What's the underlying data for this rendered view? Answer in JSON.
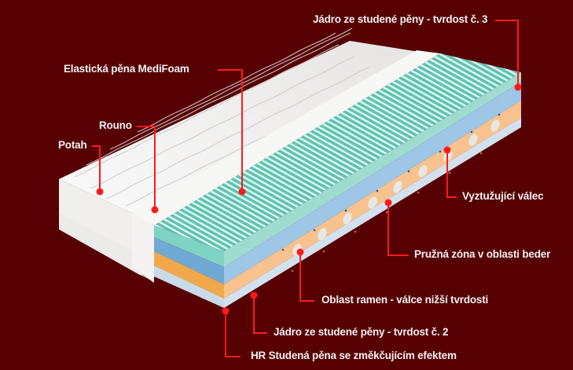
{
  "background_color": "#560004",
  "leader_color": "#ff1a1a",
  "product": {
    "name": "mattress-cross-section",
    "layer_colors": {
      "cover": "#f3f1f0",
      "medifoam_top": "#7fd3c4",
      "cold_foam_core_blue": "#6fa9d4",
      "spring_zone_orange": "#f2a84a",
      "hr_foam_bottom": "#c9dbe8"
    }
  },
  "labels": [
    {
      "id": "core-3",
      "text": "Jádro ze studené pěny - tvrdost č. 3"
    },
    {
      "id": "medifoam",
      "text": "Elastická pěna MediFoam"
    },
    {
      "id": "rouno",
      "text": "Rouno"
    },
    {
      "id": "potah",
      "text": "Potah"
    },
    {
      "id": "roller",
      "text": "Vyztužující válec"
    },
    {
      "id": "lumbar",
      "text": "Pružná zóna v oblasti beder"
    },
    {
      "id": "shoulder",
      "text": "Oblast ramen - válce nižší tvrdosti"
    },
    {
      "id": "core-2",
      "text": "Jádro ze studené pěny - tvrdost č. 2"
    },
    {
      "id": "hr-foam",
      "text": "HR Studená pěna se změkčujícím efektem"
    }
  ]
}
